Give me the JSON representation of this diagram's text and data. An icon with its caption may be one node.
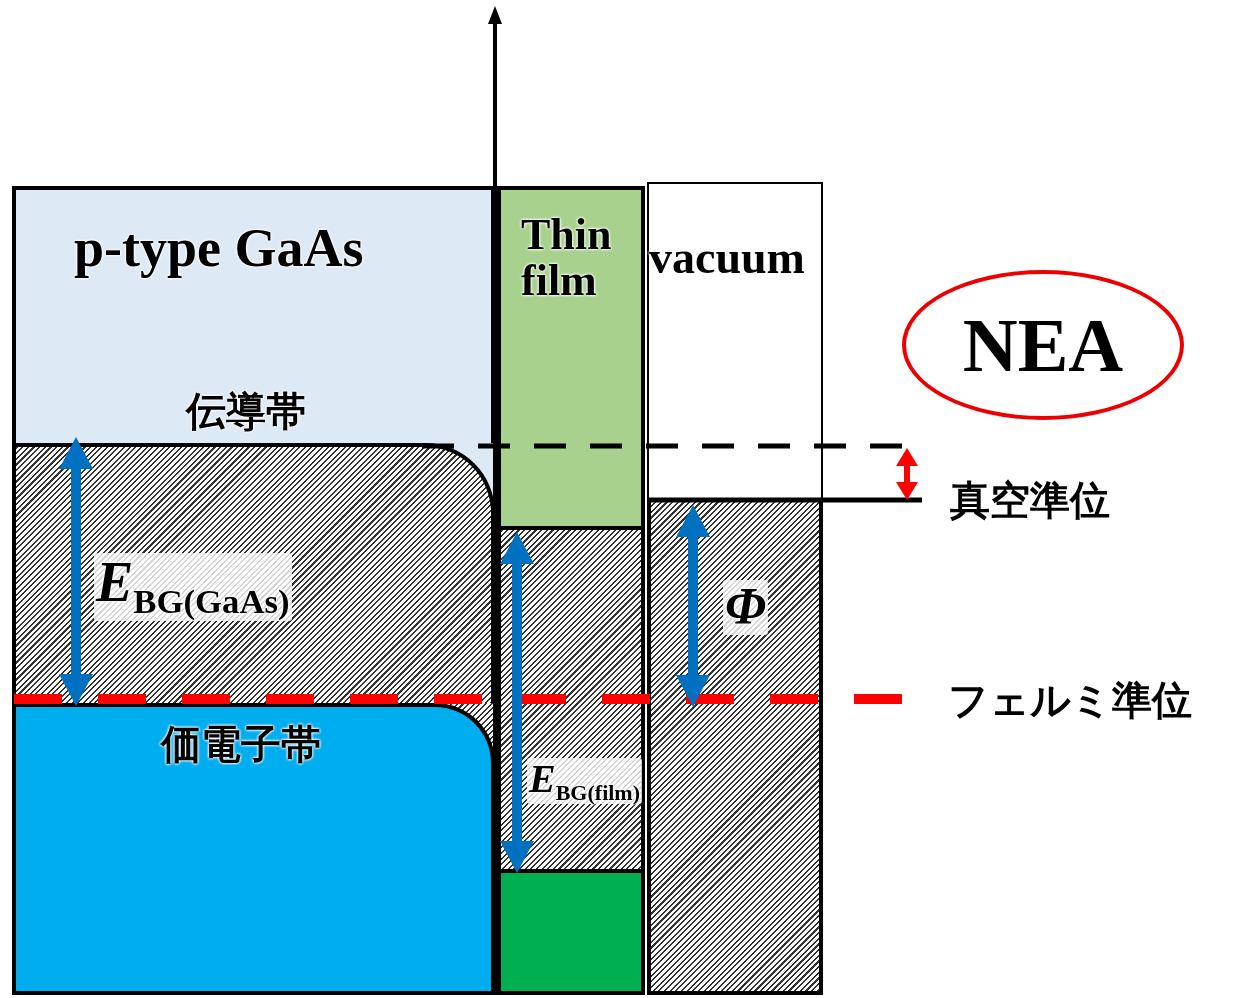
{
  "diagram": {
    "nodes": [
      {
        "text": [
          "p-type GaAs",
          "伝導帯"
        ]
      },
      {
        "text": [
          "*E*$_{BG(GaAs)}$"
        ]
      },
      {
        "text": [
          "価電子帯"
        ]
      },
      {
        "text": [
          "Thin film"
        ]
      },
      {
        "text": [
          "*E*$_{BG(film)}$"
        ]
      },
      {
        "text": [],
        "shape": "box"
      },
      {
        "text": [
          "vacuum"
        ]
      },
      {
        "text": [
          "Φ"
        ]
      },
      {
        "text": [
          "NEA"
        ]
      }
    ],
    "labels": [
      "真空準位",
      "フェルミ準位"
    ]
  }
}
